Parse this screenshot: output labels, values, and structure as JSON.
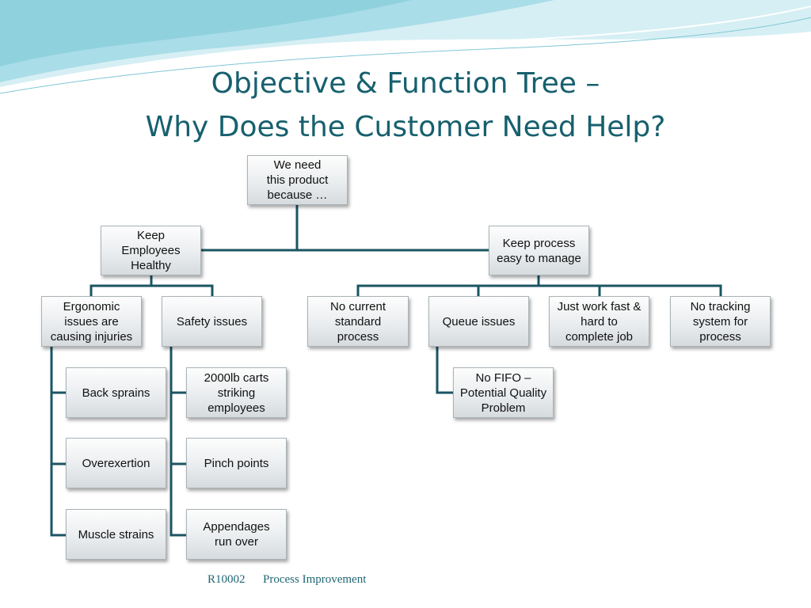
{
  "slide": {
    "title_line1": "Objective & Function Tree –",
    "title_line2": "Why Does the Customer Need Help?",
    "footer_code": "R10002",
    "footer_title": "Process Improvement"
  },
  "colors": {
    "title": "#17606e",
    "connector": "#1b5563",
    "wave_light": "#cdebf1",
    "wave_mid": "#8fd3e0"
  },
  "tree": {
    "root": "We need\nthis product\nbecause …",
    "branch_health": "Keep\nEmployees\nHealthy",
    "branch_process": "Keep process\neasy to manage",
    "ergonomic": "Ergonomic\nissues are\ncausing injuries",
    "safety": "Safety issues",
    "no_standard": "No current\nstandard\nprocess",
    "queue": "Queue issues",
    "work_fast": "Just work fast &\nhard to\ncomplete job",
    "no_tracking": "No tracking\nsystem for\nprocess",
    "back_sprains": "Back sprains",
    "overexertion": "Overexertion",
    "muscle_strains": "Muscle strains",
    "carts": "2000lb carts\nstriking\nemployees",
    "pinch_points": "Pinch points",
    "appendages": "Appendages\nrun over",
    "no_fifo": "No FIFO –\nPotential Quality\nProblem"
  }
}
